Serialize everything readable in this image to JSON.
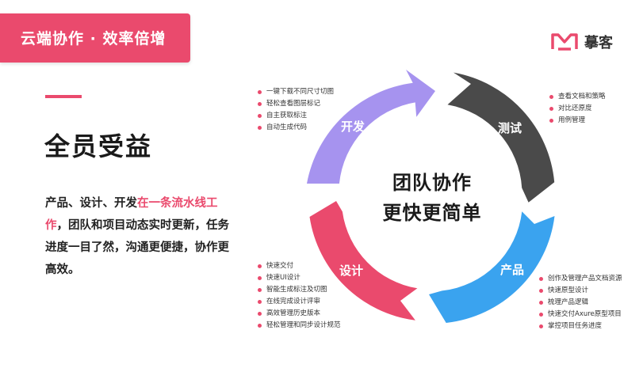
{
  "banner": {
    "title": "云端协作 · 效率倍增"
  },
  "brand": {
    "name": "摹客",
    "color": "#ea4a6d"
  },
  "heading": "全员受益",
  "description": {
    "part1": "产品、设计、开发",
    "highlight": "在一条流水线工作",
    "part2": "，团队和项目动态实时更新，任务进度一目了然，沟通更便捷，协作更高效。"
  },
  "center": {
    "line1": "团队协作",
    "line2": "更快更简单"
  },
  "colors": {
    "accent": "#ea4a6d",
    "dev": "#a693ef",
    "test": "#4a4a4a",
    "product": "#3aa3ef",
    "design": "#ea4a6d"
  },
  "segments": {
    "dev": {
      "label": "开发",
      "items": [
        "一键下载不同尺寸切图",
        "轻松查看图层标记",
        "自主获取标注",
        "自动生成代码"
      ]
    },
    "test": {
      "label": "测试",
      "items": [
        "查看文档和策略",
        "对比还原度",
        "用例管理"
      ]
    },
    "product": {
      "label": "产品",
      "items": [
        "创作及管理产品文档资源",
        "快速原型设计",
        "梳理产品逻辑",
        "快速交付Axure原型项目",
        "掌控项目任务进度"
      ]
    },
    "design": {
      "label": "设计",
      "items": [
        "快速交付",
        "快速UI设计",
        "智能生成标注及切图",
        "在线完成设计评审",
        "高效管理历史版本",
        "轻松管理和同步设计规范"
      ]
    }
  }
}
